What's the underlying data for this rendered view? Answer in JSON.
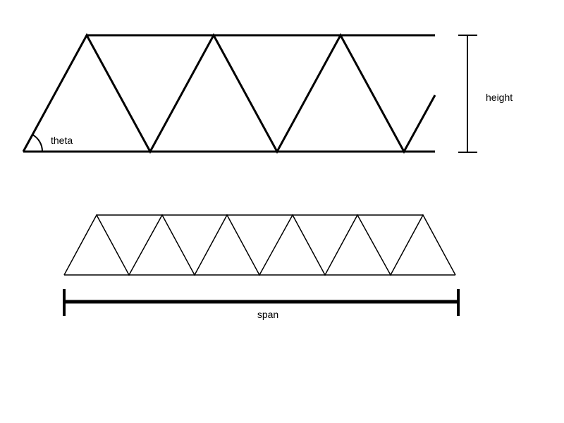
{
  "labels": {
    "angle": "theta",
    "height": "height",
    "span": "span"
  },
  "colors": {
    "line": "#000000",
    "background": "#ffffff"
  }
}
